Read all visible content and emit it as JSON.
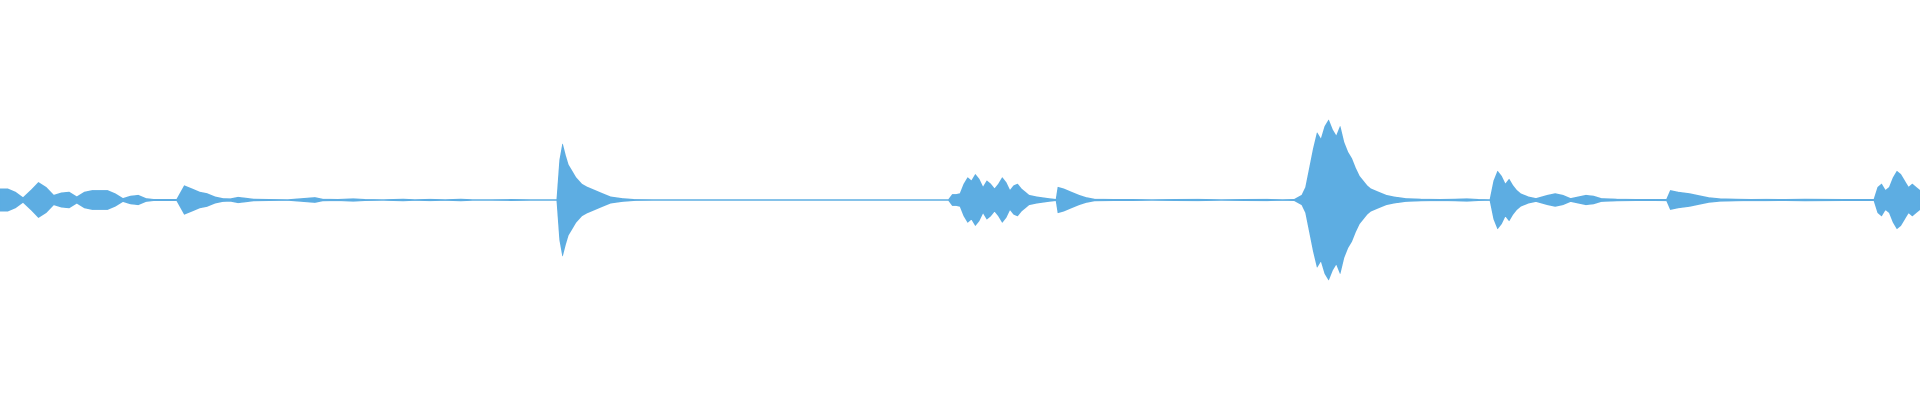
{
  "waveform": {
    "color": "#5dade2",
    "background": "#ffffff",
    "points": [
      [
        0.0,
        0.07
      ],
      [
        0.004,
        0.07
      ],
      [
        0.008,
        0.05
      ],
      [
        0.012,
        0.015
      ],
      [
        0.016,
        0.06
      ],
      [
        0.02,
        0.11
      ],
      [
        0.024,
        0.08
      ],
      [
        0.028,
        0.03
      ],
      [
        0.032,
        0.045
      ],
      [
        0.036,
        0.05
      ],
      [
        0.04,
        0.02
      ],
      [
        0.044,
        0.05
      ],
      [
        0.048,
        0.06
      ],
      [
        0.052,
        0.06
      ],
      [
        0.056,
        0.06
      ],
      [
        0.06,
        0.04
      ],
      [
        0.064,
        0.01
      ],
      [
        0.068,
        0.025
      ],
      [
        0.072,
        0.03
      ],
      [
        0.076,
        0.01
      ],
      [
        0.08,
        0.004
      ],
      [
        0.086,
        0.004
      ],
      [
        0.092,
        0.004
      ],
      [
        0.096,
        0.09
      ],
      [
        0.1,
        0.07
      ],
      [
        0.104,
        0.05
      ],
      [
        0.108,
        0.04
      ],
      [
        0.112,
        0.02
      ],
      [
        0.116,
        0.01
      ],
      [
        0.12,
        0.008
      ],
      [
        0.124,
        0.018
      ],
      [
        0.128,
        0.012
      ],
      [
        0.132,
        0.006
      ],
      [
        0.14,
        0.004
      ],
      [
        0.15,
        0.003
      ],
      [
        0.16,
        0.012
      ],
      [
        0.164,
        0.016
      ],
      [
        0.168,
        0.006
      ],
      [
        0.176,
        0.004
      ],
      [
        0.184,
        0.008
      ],
      [
        0.19,
        0.004
      ],
      [
        0.2,
        0.003
      ],
      [
        0.21,
        0.006
      ],
      [
        0.216,
        0.003
      ],
      [
        0.224,
        0.005
      ],
      [
        0.232,
        0.003
      ],
      [
        0.24,
        0.006
      ],
      [
        0.246,
        0.003
      ],
      [
        0.256,
        0.003
      ],
      [
        0.266,
        0.004
      ],
      [
        0.276,
        0.003
      ],
      [
        0.286,
        0.003
      ],
      [
        0.29,
        0.003
      ],
      [
        0.2915,
        0.25
      ],
      [
        0.293,
        0.35
      ],
      [
        0.2945,
        0.28
      ],
      [
        0.296,
        0.22
      ],
      [
        0.298,
        0.18
      ],
      [
        0.3,
        0.14
      ],
      [
        0.303,
        0.1
      ],
      [
        0.306,
        0.08
      ],
      [
        0.31,
        0.06
      ],
      [
        0.314,
        0.04
      ],
      [
        0.318,
        0.02
      ],
      [
        0.324,
        0.01
      ],
      [
        0.33,
        0.004
      ],
      [
        0.34,
        0.003
      ],
      [
        0.36,
        0.003
      ],
      [
        0.38,
        0.003
      ],
      [
        0.4,
        0.003
      ],
      [
        0.42,
        0.003
      ],
      [
        0.44,
        0.003
      ],
      [
        0.46,
        0.003
      ],
      [
        0.48,
        0.003
      ],
      [
        0.494,
        0.003
      ],
      [
        0.496,
        0.035
      ],
      [
        0.498,
        0.035
      ],
      [
        0.5,
        0.04
      ],
      [
        0.502,
        0.1
      ],
      [
        0.504,
        0.14
      ],
      [
        0.506,
        0.12
      ],
      [
        0.508,
        0.16
      ],
      [
        0.51,
        0.13
      ],
      [
        0.512,
        0.08
      ],
      [
        0.514,
        0.12
      ],
      [
        0.516,
        0.1
      ],
      [
        0.518,
        0.07
      ],
      [
        0.52,
        0.1
      ],
      [
        0.522,
        0.14
      ],
      [
        0.524,
        0.11
      ],
      [
        0.526,
        0.06
      ],
      [
        0.528,
        0.09
      ],
      [
        0.53,
        0.1
      ],
      [
        0.532,
        0.07
      ],
      [
        0.534,
        0.05
      ],
      [
        0.536,
        0.03
      ],
      [
        0.54,
        0.02
      ],
      [
        0.546,
        0.01
      ],
      [
        0.55,
        0.004
      ],
      [
        0.551,
        0.08
      ],
      [
        0.554,
        0.07
      ],
      [
        0.558,
        0.05
      ],
      [
        0.562,
        0.03
      ],
      [
        0.566,
        0.015
      ],
      [
        0.57,
        0.006
      ],
      [
        0.58,
        0.004
      ],
      [
        0.59,
        0.004
      ],
      [
        0.6,
        0.003
      ],
      [
        0.612,
        0.004
      ],
      [
        0.624,
        0.005
      ],
      [
        0.636,
        0.003
      ],
      [
        0.648,
        0.004
      ],
      [
        0.66,
        0.005
      ],
      [
        0.668,
        0.003
      ],
      [
        0.674,
        0.004
      ],
      [
        0.678,
        0.03
      ],
      [
        0.68,
        0.08
      ],
      [
        0.682,
        0.2
      ],
      [
        0.684,
        0.32
      ],
      [
        0.686,
        0.42
      ],
      [
        0.688,
        0.38
      ],
      [
        0.69,
        0.46
      ],
      [
        0.692,
        0.5
      ],
      [
        0.694,
        0.44
      ],
      [
        0.696,
        0.4
      ],
      [
        0.698,
        0.46
      ],
      [
        0.7,
        0.36
      ],
      [
        0.702,
        0.3
      ],
      [
        0.704,
        0.26
      ],
      [
        0.706,
        0.2
      ],
      [
        0.708,
        0.15
      ],
      [
        0.71,
        0.12
      ],
      [
        0.712,
        0.09
      ],
      [
        0.714,
        0.07
      ],
      [
        0.718,
        0.05
      ],
      [
        0.722,
        0.03
      ],
      [
        0.726,
        0.02
      ],
      [
        0.732,
        0.01
      ],
      [
        0.74,
        0.006
      ],
      [
        0.75,
        0.004
      ],
      [
        0.758,
        0.006
      ],
      [
        0.764,
        0.008
      ],
      [
        0.77,
        0.004
      ],
      [
        0.776,
        0.003
      ],
      [
        0.778,
        0.12
      ],
      [
        0.78,
        0.18
      ],
      [
        0.782,
        0.15
      ],
      [
        0.784,
        0.1
      ],
      [
        0.786,
        0.13
      ],
      [
        0.788,
        0.09
      ],
      [
        0.79,
        0.06
      ],
      [
        0.792,
        0.04
      ],
      [
        0.796,
        0.02
      ],
      [
        0.8,
        0.01
      ],
      [
        0.806,
        0.03
      ],
      [
        0.81,
        0.04
      ],
      [
        0.814,
        0.03
      ],
      [
        0.818,
        0.01
      ],
      [
        0.822,
        0.02
      ],
      [
        0.826,
        0.03
      ],
      [
        0.83,
        0.025
      ],
      [
        0.834,
        0.01
      ],
      [
        0.842,
        0.006
      ],
      [
        0.852,
        0.004
      ],
      [
        0.862,
        0.004
      ],
      [
        0.868,
        0.005
      ],
      [
        0.87,
        0.06
      ],
      [
        0.874,
        0.05
      ],
      [
        0.88,
        0.04
      ],
      [
        0.884,
        0.03
      ],
      [
        0.89,
        0.015
      ],
      [
        0.896,
        0.008
      ],
      [
        0.904,
        0.006
      ],
      [
        0.912,
        0.004
      ],
      [
        0.92,
        0.005
      ],
      [
        0.93,
        0.004
      ],
      [
        0.94,
        0.006
      ],
      [
        0.95,
        0.005
      ],
      [
        0.96,
        0.004
      ],
      [
        0.97,
        0.004
      ],
      [
        0.976,
        0.004
      ],
      [
        0.978,
        0.08
      ],
      [
        0.98,
        0.1
      ],
      [
        0.982,
        0.06
      ],
      [
        0.984,
        0.08
      ],
      [
        0.986,
        0.14
      ],
      [
        0.988,
        0.18
      ],
      [
        0.99,
        0.16
      ],
      [
        0.992,
        0.12
      ],
      [
        0.994,
        0.08
      ],
      [
        0.996,
        0.1
      ],
      [
        0.998,
        0.08
      ],
      [
        1.0,
        0.06
      ]
    ]
  }
}
